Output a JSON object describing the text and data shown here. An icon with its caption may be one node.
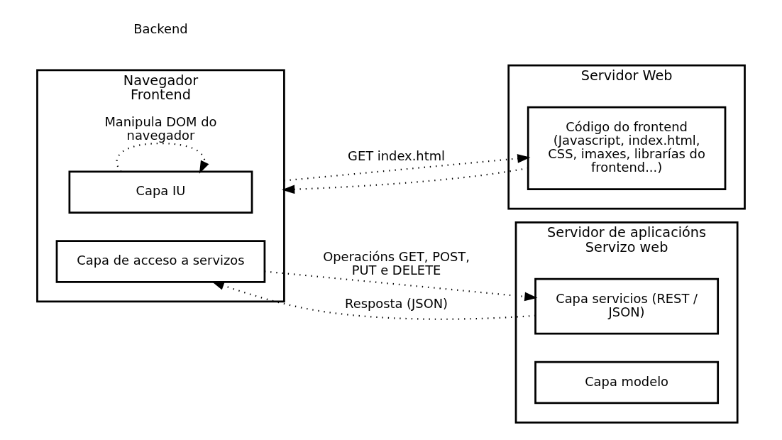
{
  "diagram": {
    "nodes": [
      {
        "text": [
          "Navegador",
          "Frontend"
        ]
      },
      {
        "text": [
          "Capa IU"
        ],
        "in": 0
      },
      {
        "text": [
          "Capa de acceso a servizos"
        ],
        "in": 0
      },
      {
        "text": [
          "Servidor Web"
        ]
      },
      {
        "text": [
          "Código do frontend (Javascript, index.html, CSS, imaxes, librarías do frontend...)"
        ],
        "in": 3
      },
      {
        "text": [
          "Servidor de aplicacións",
          "Servizo web"
        ]
      },
      {
        "text": [
          "Capa servicios (REST / JSON)"
        ],
        "in": 5
      },
      {
        "text": [
          "Capa modelo"
        ],
        "in": 5
      }
    ],
    "edges": [
      {
        "from": 1,
        "to": 1,
        "label": "Manipula DOM do navegador",
        "arrow": "to"
      },
      {
        "from": 0,
        "to": 4,
        "label": "GET index.html",
        "arrow": "to"
      },
      {
        "from": 4,
        "to": 0,
        "arrow": "to"
      },
      {
        "from": 2,
        "to": 6,
        "label": "Operacións GET, POST, PUT e DELETE",
        "arrow": "to"
      },
      {
        "from": 6,
        "to": 2,
        "label": "Resposta (JSON)",
        "arrow": "to"
      }
    ],
    "labels": [
      "Backend"
    ]
  }
}
